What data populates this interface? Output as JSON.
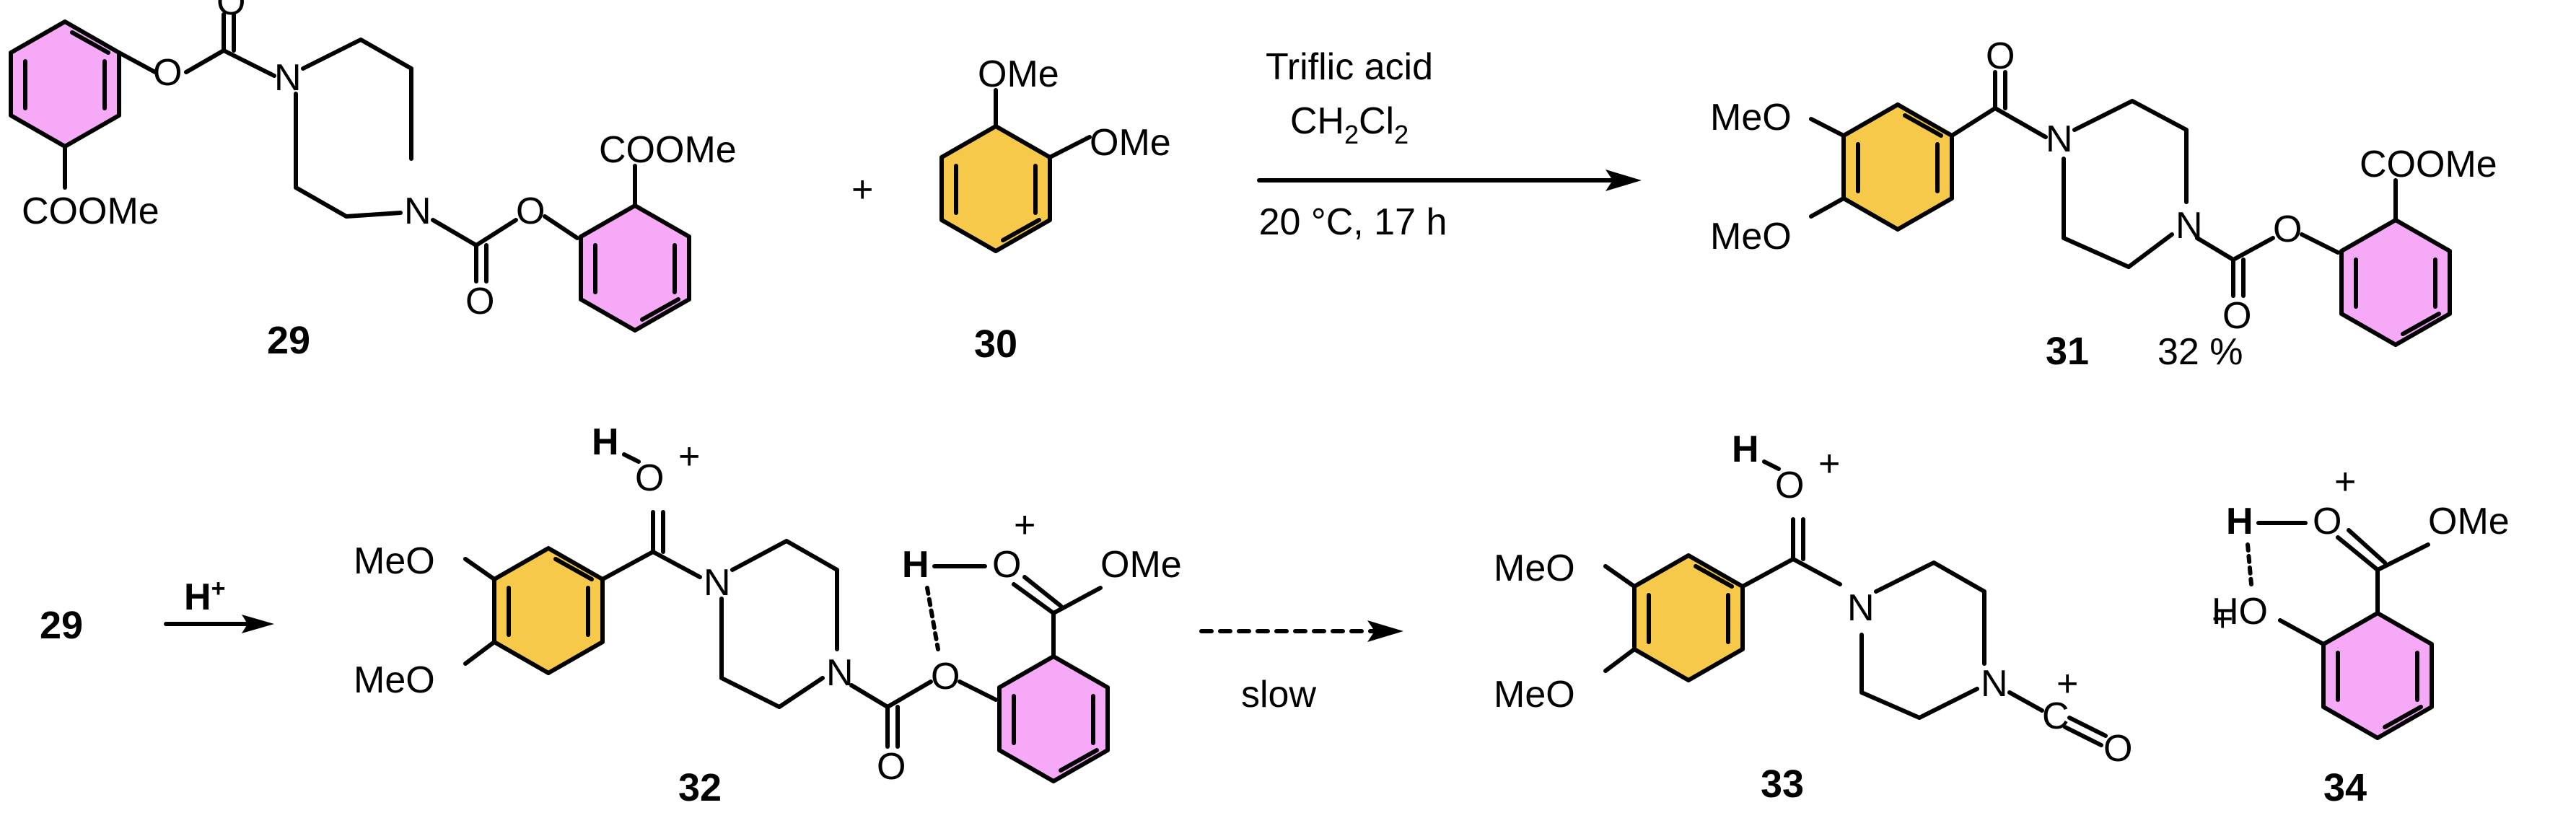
{
  "colors": {
    "benzoate_ring": "#f6a9f6",
    "veratrole_ring": "#f6c94a",
    "ink": "#000000"
  },
  "reagent": {
    "line1": "Triflic acid",
    "line2_main": "CH",
    "line2_sub1": "2",
    "line2_mid": "Cl",
    "line2_sub2": "2",
    "conditions": "20 °C, 17 h"
  },
  "compounds": {
    "c29": {
      "label": "29"
    },
    "c30": {
      "label": "30"
    },
    "c31": {
      "label": "31",
      "yield": "32 %"
    },
    "c32": {
      "label": "32"
    },
    "c33": {
      "label": "33"
    },
    "c34": {
      "label": "34"
    }
  },
  "row2": {
    "start_label": "29",
    "proton": "H",
    "proton_charge": "+",
    "slow_label": "slow"
  },
  "atoms": {
    "O": "O",
    "N": "N",
    "C": "C",
    "H": "H",
    "HO": "HO",
    "plus": "+",
    "COOMe": "COOMe",
    "OMe": "OMe",
    "MeO": "MeO",
    "Me": "Me"
  },
  "plus_sign": "+"
}
